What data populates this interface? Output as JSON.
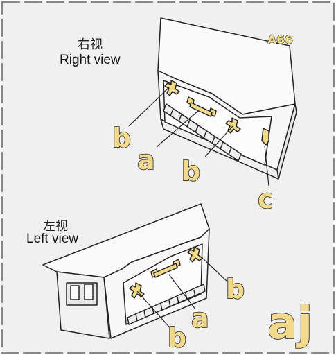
{
  "colors": {
    "background": "#f0f0f0",
    "border": "#888888",
    "accent": "#f3d98a",
    "line": "#222222"
  },
  "right_view": {
    "label_cn": "右视",
    "label_en": "Right view",
    "part_ref": "A66"
  },
  "left_view": {
    "label_cn": "左视",
    "label_en": "Left view"
  },
  "callouts": {
    "b_top": "b",
    "a_top": "a",
    "b_mid": "b",
    "c": "c",
    "b_lower_right": "b",
    "a_lower": "a",
    "b_bottom": "b"
  },
  "step_label": "aj"
}
